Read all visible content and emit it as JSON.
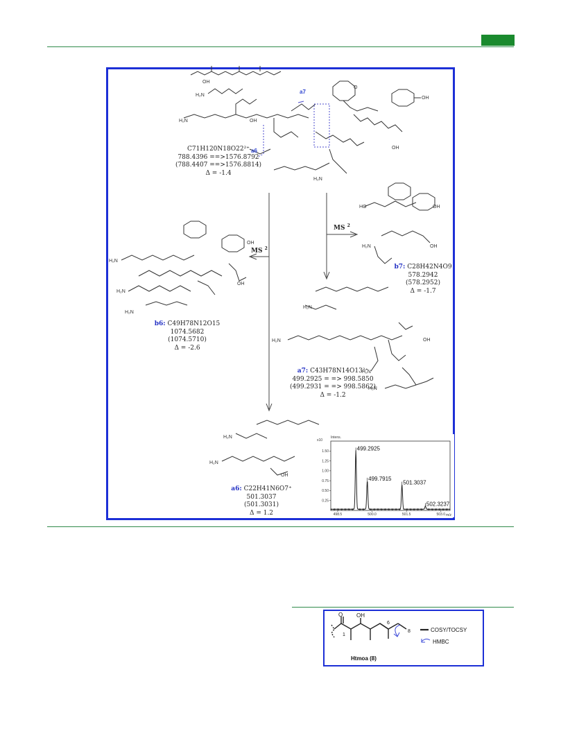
{
  "figure": {
    "parent": {
      "formula": "C71H120N18O22²⁺",
      "mass_line": "788.4396 ==>1576.8792",
      "calc_line": "(788.4407 ==>1576.8814)",
      "delta": "Δ = -1.4"
    },
    "fragment_labels": {
      "a7": "a7",
      "a6": "a6"
    },
    "ms2_label": "MS",
    "ms2_sup": "2",
    "b7": {
      "label": "b7:",
      "formula": "C28H42N4O9",
      "mass": "578.2942",
      "calc": "(578.2952)",
      "delta": "Δ = -1.7"
    },
    "b6": {
      "label": "b6:",
      "formula": "C49H78N12O15",
      "mass": "1074.5682",
      "calc": "(1074.5710)",
      "delta": "Δ = -2.6"
    },
    "a7": {
      "label": "a7:",
      "formula": "C43H78N14O13²⁺",
      "mass_line": "499.2925 = => 998.5850",
      "calc_line": "(499.2931 = => 998.5862)",
      "delta": "Δ = -1.2"
    },
    "a6": {
      "label": "a6:",
      "formula": "C22H41N6O7⁺",
      "mass": "501.3037",
      "calc": "(501.3031)",
      "delta": "Δ = 1.2"
    }
  },
  "spectrum": {
    "y_title": "Intens.",
    "y_scale": "x10",
    "y_ticks": [
      "1.50",
      "1.25",
      "1.00",
      "0.75",
      "0.50",
      "0.25"
    ],
    "x_ticks": [
      "498.5",
      "500.0",
      "501.5",
      "503.0"
    ],
    "x_unit": "m/z",
    "chart_data": {
      "type": "line",
      "x_label": "m/z",
      "y_label": "Intens.",
      "xlim": [
        498.2,
        503.4
      ],
      "ylim": [
        0,
        1.75
      ],
      "peaks": [
        {
          "x": 499.2925,
          "y": 1.48,
          "label": "499.2925"
        },
        {
          "x": 499.7915,
          "y": 0.72,
          "label": "499.7915"
        },
        {
          "x": 501.3037,
          "y": 0.62,
          "label": "501.3037"
        },
        {
          "x": 502.3237,
          "y": 0.08,
          "label": "502.3237"
        }
      ]
    }
  },
  "legend_panel": {
    "carbonyl_O": "O",
    "hydroxyl": "OH",
    "c1": "1",
    "c6": "6",
    "c8": "8",
    "cosy": "COSY/TOCSY",
    "hmbc": "HMBC",
    "caption": "Htmoa (8)"
  }
}
